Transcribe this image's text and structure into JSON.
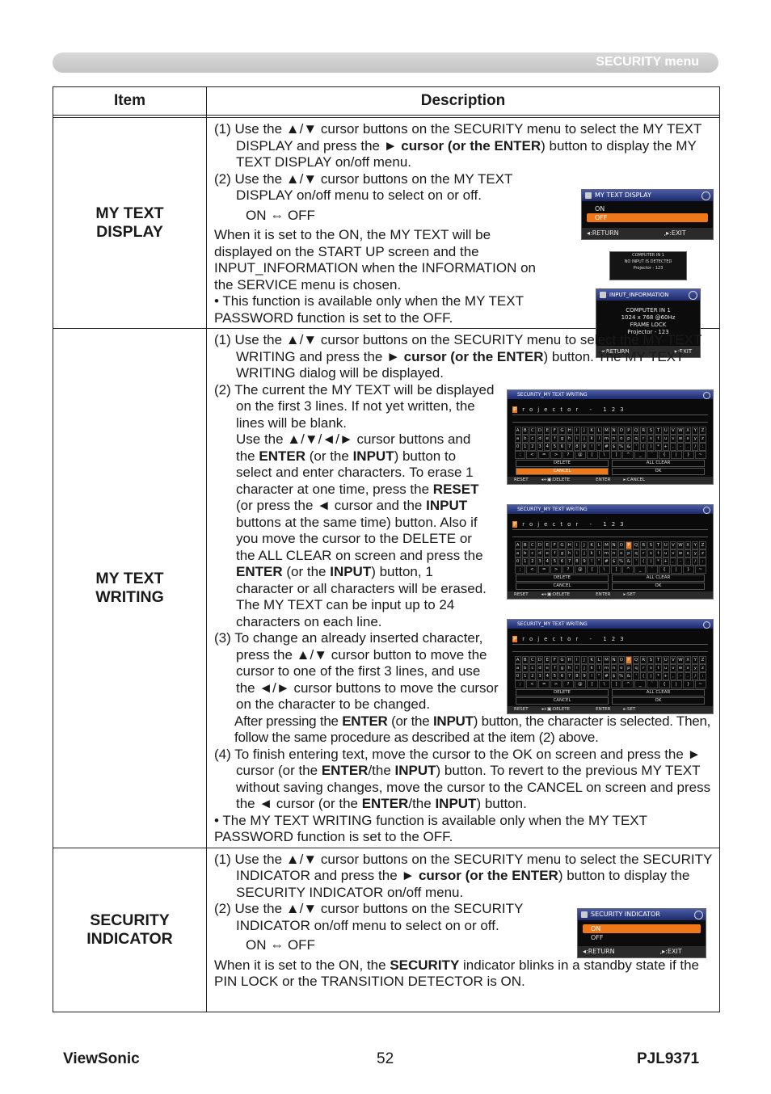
{
  "header": {
    "section": "SECURITY menu"
  },
  "table": {
    "col_item": "Item",
    "col_desc": "Description",
    "display": {
      "item_l1": "MY TEXT",
      "item_l2": "DISPLAY",
      "s1a": "(1) Use the ▲/▼ cursor buttons on the SECURITY menu to select the MY TEXT DISPLAY and press the ► ",
      "s1b": "cursor (or the ENTER",
      "s1c": ") button to display the MY TEXT DISPLAY on/off menu.",
      "s2": "(2) Use the ▲/▼ cursor buttons on the MY TEXT DISPLAY on/off menu to select on or off.",
      "onoff": "ON ⇔ OFF",
      "p1": "When it is set to the ON, the MY TEXT will be displayed on the START UP screen and the INPUT_INFORMATION when the INFORMATION on the SERVICE menu is chosen.",
      "p2": "• This function is available only when the MY TEXT PASSWORD function is set to the OFF."
    },
    "writing": {
      "item_l1": "MY TEXT",
      "item_l2": "WRITING",
      "s1a": "(1) Use the ▲/▼ cursor buttons on the SECURITY menu to select the MY TEXT WRITING and press the ► ",
      "s1b": "cursor (or the ENTER",
      "s1c": ") button. The MY TEXT WRITING dialog will be displayed.",
      "s2a": "(2) The current the MY TEXT will be displayed on the first 3 lines. If not yet written, the lines will be blank.",
      "s2b1": "Use the ▲/▼/◄/► cursor buttons and the ",
      "s2b2": "ENTER",
      "s2b3": " (or the ",
      "s2b4": "INPUT",
      "s2b5": ") button to select and enter characters. To erase 1 character at one time, press the ",
      "s2b6": "RESET",
      "s2b7": " (or press the ◄ cursor and the ",
      "s2b8": "INPUT",
      "s2b9": " buttons at the same time) button. Also if you move the cursor to the DELETE or the ALL CLEAR on screen and press the ",
      "s2b10": "ENTER",
      "s2b11": " (or the ",
      "s2b12": "INPUT",
      "s2b13": ") button, 1 character or all characters will be erased. The MY TEXT can be input up to 24 characters on each line.",
      "s3": "(3) To change an already inserted character, press the ▲/▼ cursor button to move the cursor to one of the first 3 lines, and use the ◄/► cursor buttons to move the cursor on the character to be changed.",
      "s3b1": "After pressing the ",
      "s3b2": "ENTER",
      "s3b3": " (or the ",
      "s3b4": "INPUT",
      "s3b5": ") button, the character is selected. Then, follow the same procedure as described at the item (2) above.",
      "s4a": "(4) To finish entering text, move the cursor to the OK on screen and press the ► cursor (or the ",
      "s4b": "ENTER",
      "s4c": "/the ",
      "s4d": "INPUT",
      "s4e": ") button. To revert to the previous MY TEXT without saving changes, move the cursor to the CANCEL on screen and press the ◄ cursor (or the ",
      "s4f": "ENTER",
      "s4g": "/the ",
      "s4h": "INPUT",
      "s4i": ") button.",
      "note": "• The MY TEXT WRITING function is available only when the MY TEXT PASSWORD function is set to the OFF."
    },
    "indicator": {
      "item_l1": "SECURITY",
      "item_l2": "INDICATOR",
      "s1a": "(1) Use the ▲/▼ cursor buttons on the SECURITY menu to select the SECURITY INDICATOR and press the ► ",
      "s1b": "cursor (or the ENTER",
      "s1c": ") button to display the SECURITY INDICATOR on/off menu.",
      "s2": "(2) Use the ▲/▼ cursor buttons on the SECURITY INDICATOR on/off menu to select on or off.",
      "onoff": "ON ⇔ OFF",
      "p1a": "When it is set to the ON, the ",
      "p1b": "SECURITY",
      "p1c": " indicator blinks in a standby state if the PIN LOCK or the TRANSITION DETECTOR is ON."
    }
  },
  "osd": {
    "mtd": {
      "title": "MY TEXT DISPLAY",
      "on": "ON",
      "off": "OFF",
      "ret": "RETURN",
      "exit": "EXIT"
    },
    "startup": {
      "l1": "COMPUTER IN 1",
      "l2": "NO INPUT IS DETECTED",
      "l3": "Projector - 123"
    },
    "info": {
      "title": "INPUT_INFORMATION",
      "l1": "COMPUTER IN 1",
      "l2": "1024 x 768 @60Hz",
      "l3": "FRAME LOCK",
      "l4": "Projector - 123",
      "ret": "RETURN",
      "exit": "EXIT"
    },
    "kb": {
      "title": "SECURITY_MY TEXT WRITING",
      "line1": "rojector",
      "line1b": "- 123",
      "row1": [
        "A",
        "B",
        "C",
        "D",
        "E",
        "F",
        "G",
        "H",
        "I",
        "J",
        "K",
        "L",
        "M",
        "N",
        "O",
        "P",
        "Q",
        "R",
        "S",
        "T",
        "U",
        "V",
        "W",
        "X",
        "Y",
        "Z"
      ],
      "row2": [
        "a",
        "b",
        "c",
        "d",
        "e",
        "f",
        "g",
        "h",
        "i",
        "j",
        "k",
        "l",
        "m",
        "n",
        "o",
        "p",
        "q",
        "r",
        "s",
        "t",
        "u",
        "v",
        "w",
        "x",
        "y",
        "z"
      ],
      "row3": [
        "0",
        "1",
        "2",
        "3",
        "4",
        "5",
        "6",
        "7",
        "8",
        "9",
        "!",
        "\"",
        "#",
        "$",
        "%",
        "&",
        "'",
        "(",
        ")",
        "*",
        "+",
        ",",
        "-",
        ".",
        "/",
        ":"
      ],
      "row4": [
        ";",
        "<",
        "=",
        ">",
        "?",
        "@",
        "[",
        "\\",
        "]",
        "^",
        "_",
        "`",
        "{",
        "|",
        "}",
        "~"
      ],
      "delete": "DELETE",
      "allclear": "ALL CLEAR",
      "cancel": "CANCEL",
      "ok": "OK",
      "reset": "RESET",
      "del": "DELETE",
      "enter": "ENTER",
      "f_cancel": "CANCEL",
      "f_set": "SET"
    },
    "sec": {
      "title": "SECURITY INDICATOR",
      "on": "ON",
      "off": "OFF",
      "ret": "RETURN",
      "exit": "EXIT"
    }
  },
  "footer": {
    "brand": "ViewSonic",
    "page": "52",
    "model": "PJL9371"
  }
}
